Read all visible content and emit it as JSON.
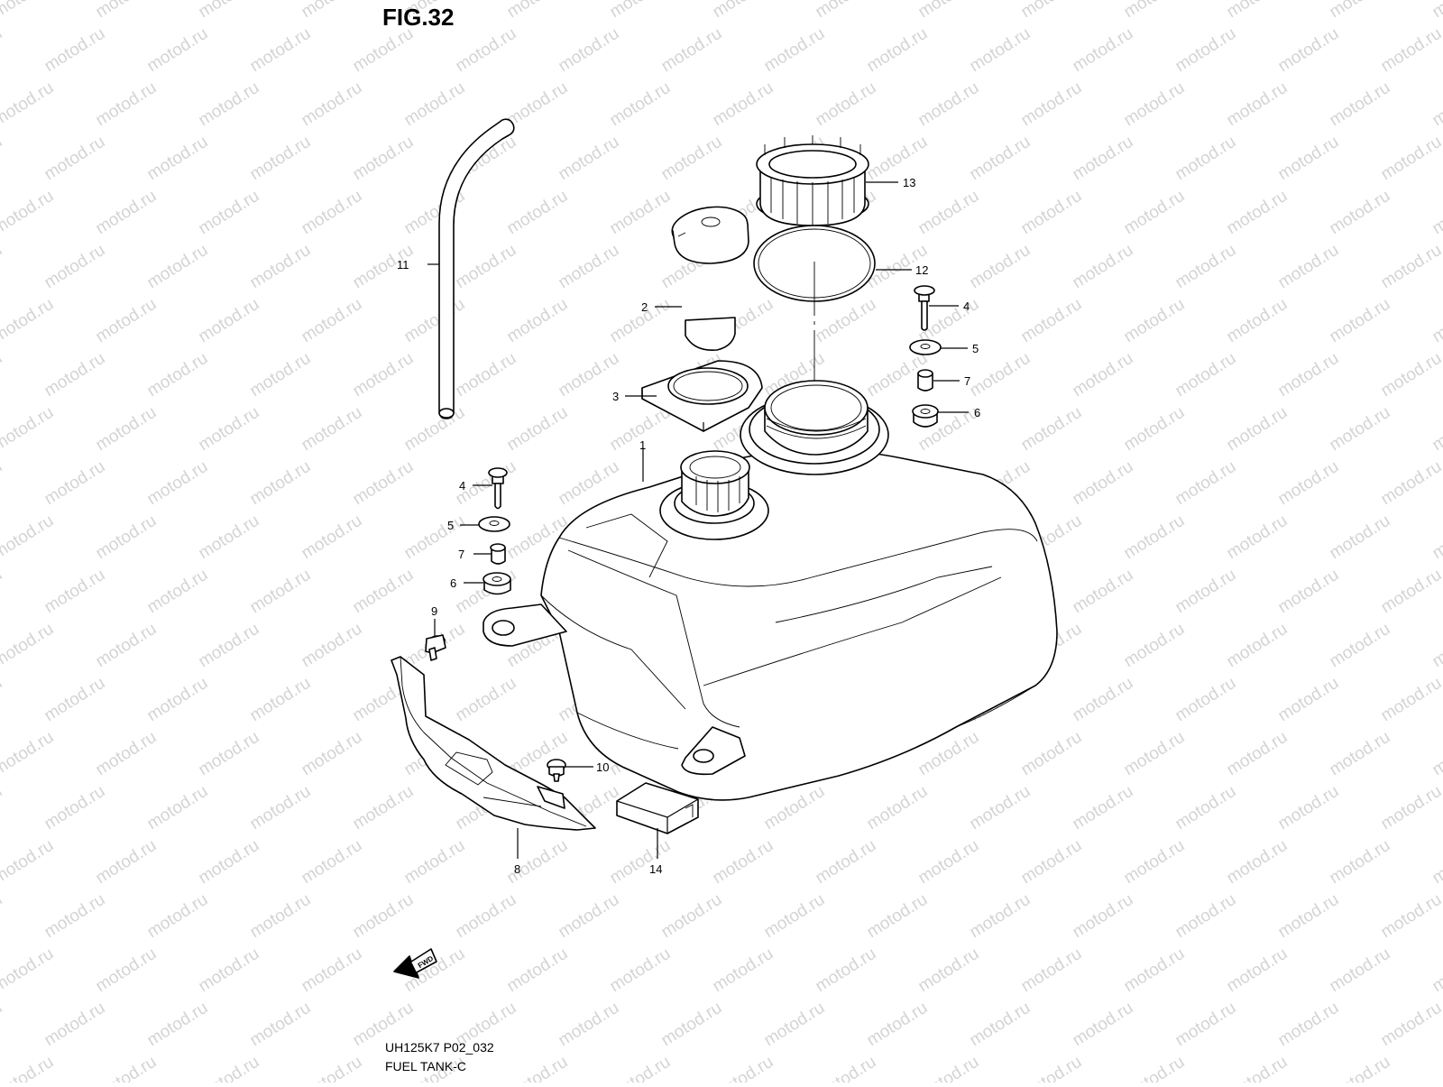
{
  "figure": {
    "title": "FIG.32",
    "diagram_code": "UH125K7 P02_032",
    "diagram_name": "FUEL TANK-C"
  },
  "watermark": {
    "text": "motod.ru"
  },
  "fwd_arrow": {
    "label": "FWD"
  },
  "callouts": [
    {
      "id": "c1",
      "label": "1"
    },
    {
      "id": "c2",
      "label": "2"
    },
    {
      "id": "c3",
      "label": "3"
    },
    {
      "id": "c4a",
      "label": "4"
    },
    {
      "id": "c4b",
      "label": "4"
    },
    {
      "id": "c5a",
      "label": "5"
    },
    {
      "id": "c5b",
      "label": "5"
    },
    {
      "id": "c6a",
      "label": "6"
    },
    {
      "id": "c6b",
      "label": "6"
    },
    {
      "id": "c7a",
      "label": "7"
    },
    {
      "id": "c7b",
      "label": "7"
    },
    {
      "id": "c8",
      "label": "8"
    },
    {
      "id": "c9",
      "label": "9"
    },
    {
      "id": "c10",
      "label": "10"
    },
    {
      "id": "c11",
      "label": "11"
    },
    {
      "id": "c12",
      "label": "12"
    },
    {
      "id": "c13",
      "label": "13"
    },
    {
      "id": "c14",
      "label": "14"
    }
  ],
  "colors": {
    "line": "#000000",
    "watermark": "#d4d4d4",
    "background": "#ffffff"
  }
}
